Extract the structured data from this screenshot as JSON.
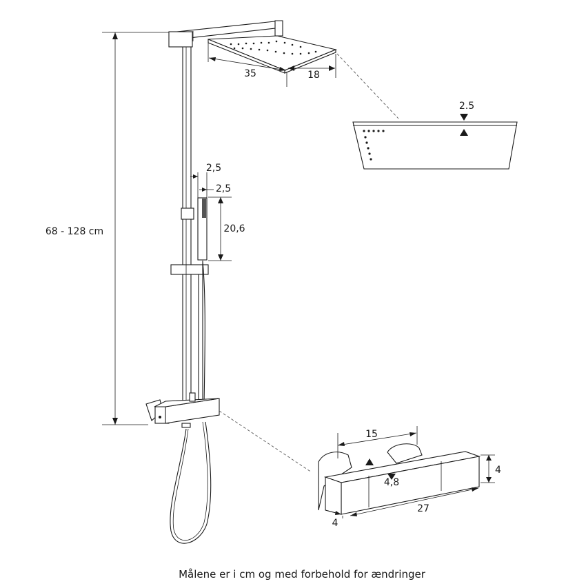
{
  "dimensions": {
    "height_range": "68 - 128 cm",
    "head_length": "35",
    "head_width": "18",
    "head_thickness": "2.5",
    "handshower_width_top": "2,5",
    "handshower_width": "2,5",
    "handshower_length": "20,6",
    "thermostat_center": "15",
    "thermostat_depth": "4,8",
    "thermostat_height": "4",
    "thermostat_length": "27",
    "thermostat_wall": "4"
  },
  "caption": "Målene er i cm og med forbehold for ændringer"
}
